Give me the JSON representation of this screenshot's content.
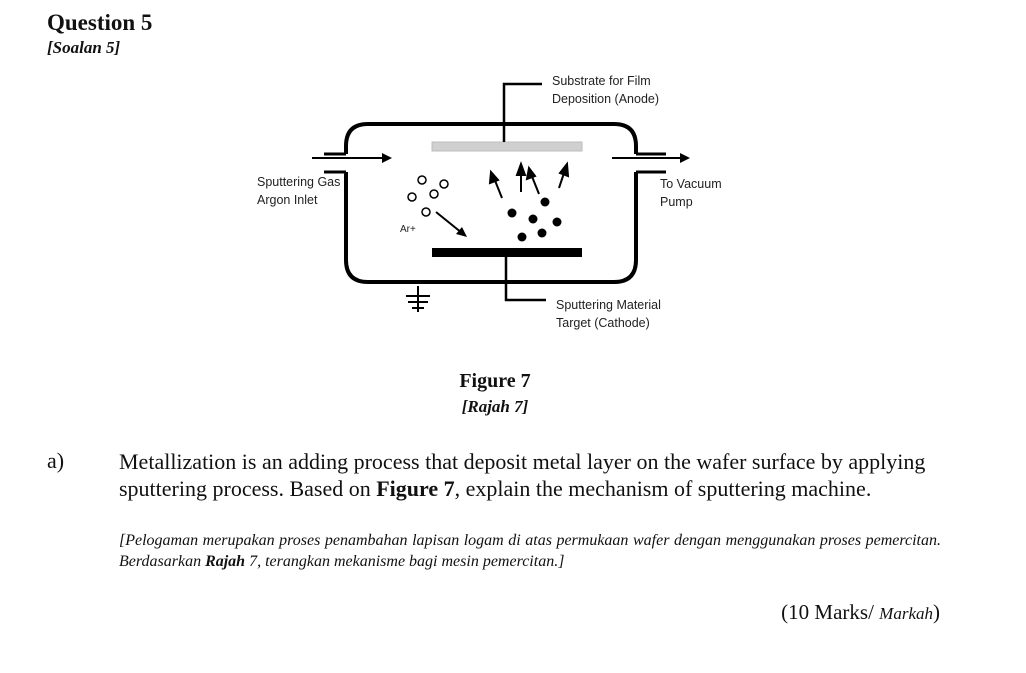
{
  "question": {
    "title": "Question 5",
    "subtitle": "[Soalan 5]"
  },
  "figure": {
    "labels": {
      "substrate_line1": "Substrate for Film",
      "substrate_line2": "Deposition (Anode)",
      "gas_line1": "Sputtering Gas",
      "gas_line2": "Argon Inlet",
      "vacuum_line1": "To Vacuum",
      "vacuum_line2": "Pump",
      "ion": "Ar+",
      "target_line1": "Sputtering Material",
      "target_line2": "Target (Cathode)"
    },
    "title": "Figure 7",
    "subtitle": "[Rajah 7]"
  },
  "part_a": {
    "label": "a)",
    "english_pre": "Metallization is an adding process that deposit metal layer on the wafer surface by applying sputtering process. Based on ",
    "english_bold": "Figure 7",
    "english_post": ", explain the mechanism of sputtering machine.",
    "malay_pre": "[Pelogaman merupakan proses penambahan lapisan logam di atas permukaan wafer dengan menggunakan proses pemercitan. Berdasarkan ",
    "malay_bold": "Rajah",
    "malay_post": " 7, terangkan mekanisme bagi mesin pemercitan.]",
    "marks_en": "(10 Marks/ ",
    "marks_ms": "Markah",
    "marks_close": ")"
  }
}
